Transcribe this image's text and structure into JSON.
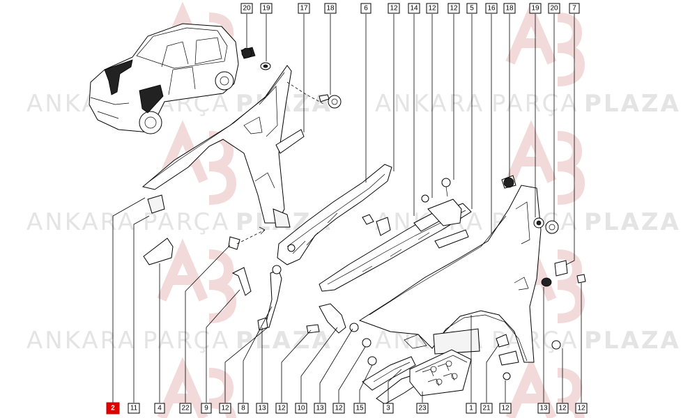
{
  "watermark": {
    "word1": "ANKARA",
    "word2": "PARÇA",
    "word3": "PLAZA"
  },
  "callouts": {
    "top": [
      "20",
      "19",
      "17",
      "18",
      "6",
      "12",
      "14",
      "12",
      "12",
      "5",
      "16",
      "18",
      "19",
      "20",
      "7"
    ],
    "bottom": [
      "2",
      "11",
      "4",
      "22",
      "9",
      "12",
      "8",
      "13",
      "12",
      "10",
      "13",
      "12",
      "15",
      "3",
      "23",
      "1",
      "21",
      "12",
      "13",
      "12",
      "12"
    ],
    "highlighted": "2"
  }
}
